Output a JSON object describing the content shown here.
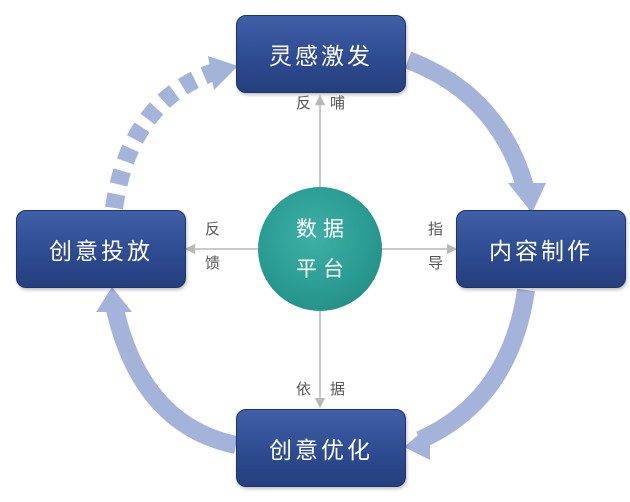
{
  "diagram": {
    "nodes": {
      "top": "灵感激发",
      "right": "内容制作",
      "bottom": "创意优化",
      "left": "创意投放"
    },
    "center": {
      "line1": "数据",
      "line2": "平台"
    },
    "edge_labels": {
      "top": [
        "反",
        "哺"
      ],
      "right": [
        "指",
        "导"
      ],
      "bottom": [
        "依",
        "据"
      ],
      "left": [
        "反",
        "馈"
      ]
    },
    "colors": {
      "node_fill": "#2d4a8f",
      "hub_fill": "#2a9b92",
      "cycle_arrow": "#a3b3d9",
      "connector": "#b8b8b8",
      "label_text": "#555555"
    }
  }
}
